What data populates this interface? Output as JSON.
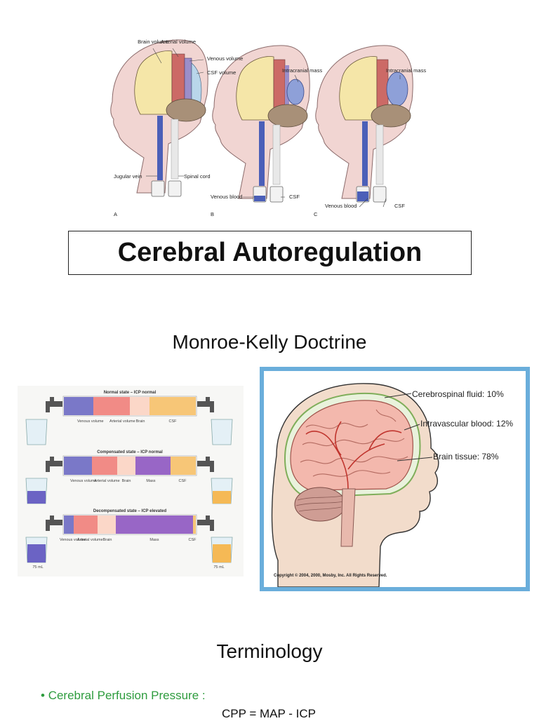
{
  "top_figure": {
    "labels": {
      "brain_volume": "Brain volume",
      "arterial_volume": "Arterial volume",
      "venous_volume": "Venous volume",
      "csf_volume": "CSF volume",
      "intracranial_mass_b": "Intracranial mass",
      "intracranial_mass_c": "Intracranial mass",
      "jugular_vein": "Jugular vein",
      "spinal_cord": "Spinal cord",
      "venous_blood_b": "Venous blood",
      "csf_b": "CSF",
      "venous_blood_c": "Venous blood",
      "csf_c": "CSF",
      "panel_a": "A",
      "panel_b": "B",
      "panel_c": "C"
    }
  },
  "title": "Cerebral Autoregulation",
  "section1_heading": "Monroe-Kelly Doctrine",
  "tubes": {
    "normal_title": "Normal state – ICP normal",
    "compensated_title": "Compensated state – ICP normal",
    "decompensated_title": "Decompensated state – ICP elevated",
    "labels": {
      "venous": "Venous volume",
      "arterial": "Arterial volume",
      "brain": "Brain",
      "mass": "Mass",
      "csf": "CSF"
    },
    "ml_left": "75 mL",
    "ml_right": "75 mL"
  },
  "mosby": {
    "csf": "Cerebrospinal fluid: 10%",
    "blood": "Intravascular blood: 12%",
    "brain": "Brain tissue: 78%",
    "copyright": "Copyright © 2004, 2000, Mosby, Inc. All Rights Reserved."
  },
  "section2_heading": "Terminology",
  "bullet": "Cerebral Perfusion Pressure :",
  "formula": "CPP = MAP - ICP",
  "colors": {
    "brain": "#f5e6a8",
    "arterial": "#cc6a66",
    "venous": "#9b8ec9",
    "csf": "#b9d6ea",
    "skin": "#f1d5d2",
    "green_text": "#2e9c3e"
  }
}
